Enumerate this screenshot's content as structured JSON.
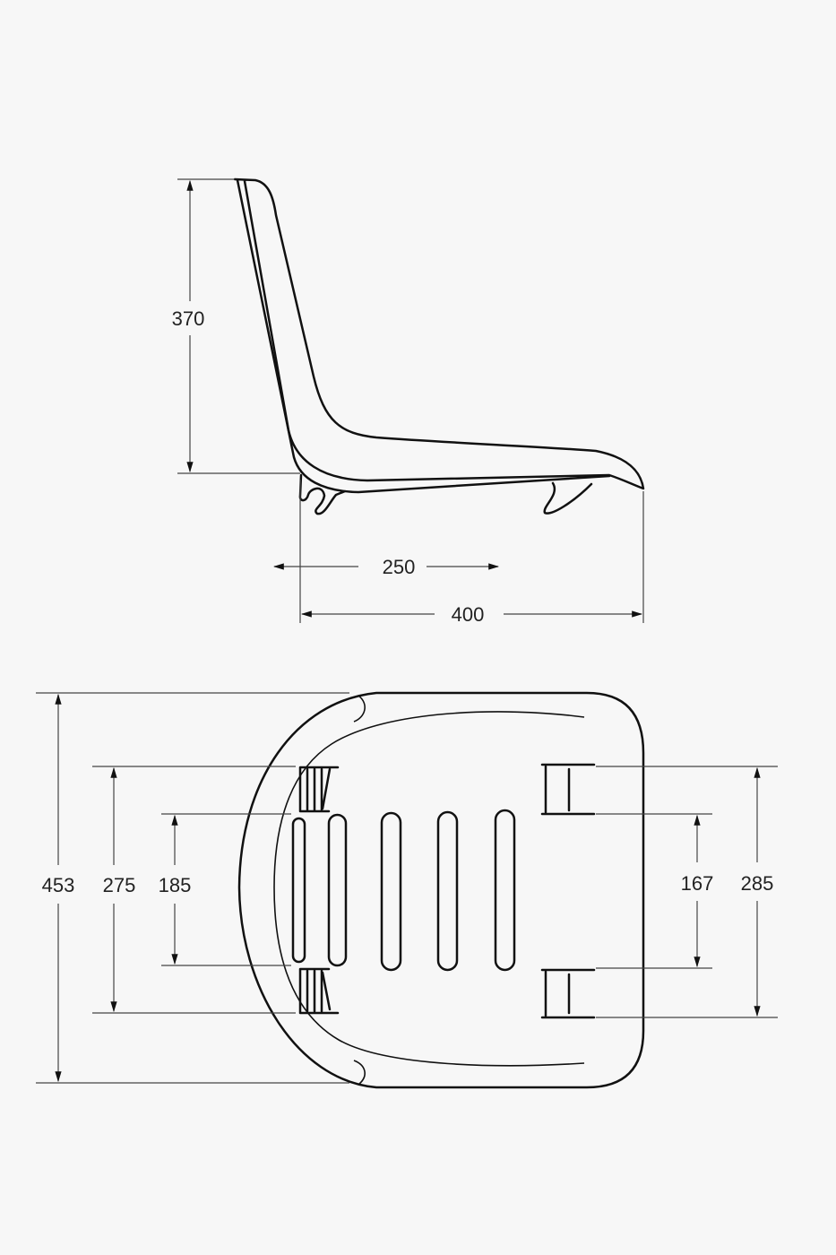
{
  "side_view": {
    "back_height": "370",
    "seat_depth_inner": "250",
    "seat_depth_total": "400"
  },
  "top_view": {
    "overall_width": "453",
    "front_mount_outer": "275",
    "front_mount_inner": "185",
    "rear_mount_inner": "167",
    "rear_mount_outer": "285"
  }
}
